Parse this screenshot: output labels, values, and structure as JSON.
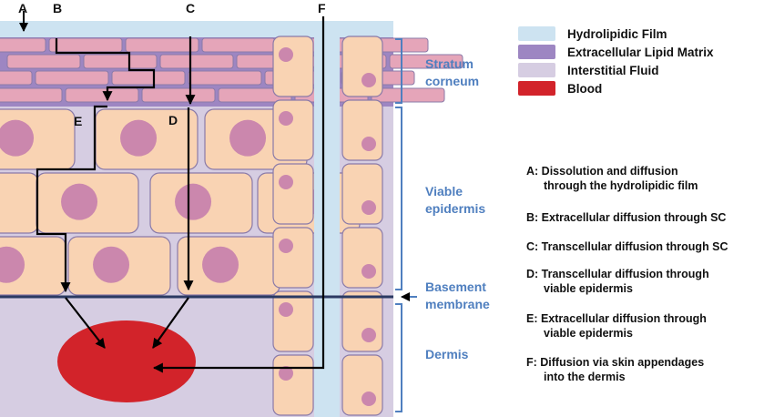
{
  "legend": {
    "items": [
      {
        "label": "Hydrolipidic Film",
        "color": "#cde3f1"
      },
      {
        "label": "Extracellular Lipid Matrix",
        "color": "#9d86c2"
      },
      {
        "label": "Interstitial Fluid",
        "color": "#d6cde2"
      },
      {
        "label": "Blood",
        "color": "#d2232a"
      }
    ]
  },
  "layers": {
    "stratum_corneum": [
      "Stratum",
      "corneum"
    ],
    "viable_epidermis": [
      "Viable",
      "epidermis"
    ],
    "basement_membrane": [
      "Basement",
      "membrane"
    ],
    "dermis": [
      "Dermis"
    ]
  },
  "routes": {
    "letters": {
      "A": "A",
      "B": "B",
      "C": "C",
      "D": "D",
      "E": "E",
      "F": "F"
    },
    "descriptions": [
      {
        "lines": [
          "A: Dissolution and diffusion",
          "through the hydrolipidic film"
        ]
      },
      {
        "lines": [
          "B: Extracellular diffusion through SC"
        ]
      },
      {
        "lines": [
          "C: Transcellular diffusion through SC"
        ]
      },
      {
        "lines": [
          "D: Transcellular diffusion through",
          "viable epidermis"
        ]
      },
      {
        "lines": [
          "E: Extracellular diffusion through",
          "viable epidermis"
        ]
      },
      {
        "lines": [
          "F: Diffusion via skin appendages",
          "into the dermis"
        ]
      }
    ]
  },
  "colors": {
    "hydrolipidic_film": "#cde3f1",
    "lipid_matrix": "#9d86c2",
    "interstitial_fluid": "#d6cde2",
    "blood": "#d2232a",
    "corneocyte": "#e5a5b9",
    "cell": "#f9d3b3",
    "cell_outline": "#8a7aa8",
    "nucleus": "#cb87ad",
    "label_blue": "#4f7fbf",
    "membrane": "#2b3a63"
  }
}
